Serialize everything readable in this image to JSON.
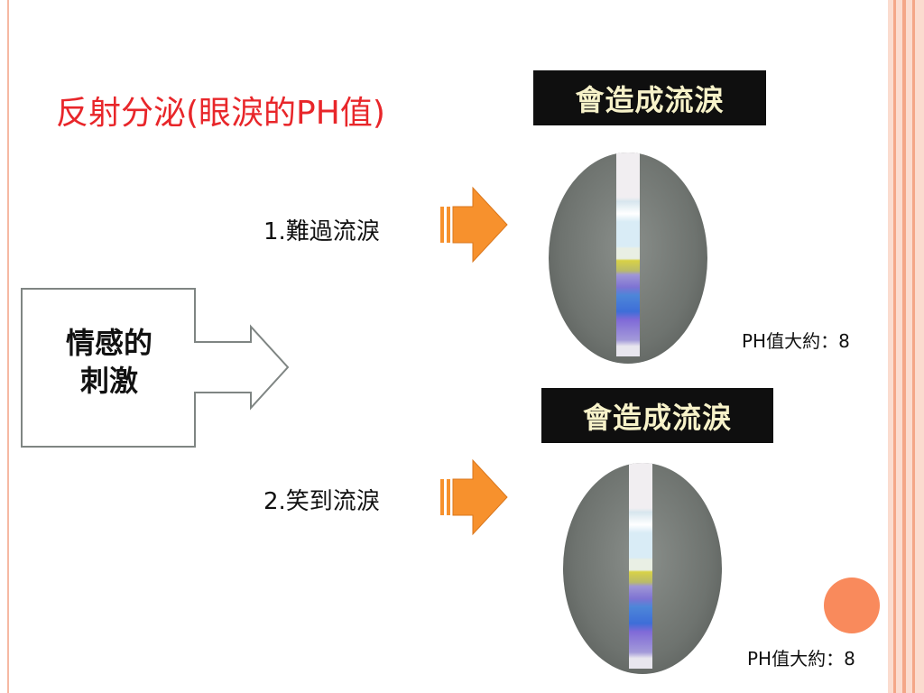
{
  "slide": {
    "title": "反射分泌(眼淚的PH值)",
    "stimulus_box": {
      "line1": "情感的",
      "line2": "刺激"
    },
    "steps": [
      {
        "label": "1.難過流淚",
        "result_label": "會造成流淚",
        "ph_text": "PH值大約：8"
      },
      {
        "label": "2.笑到流淚",
        "result_label": "會造成流淚",
        "ph_text": "PH值大約：8"
      }
    ]
  },
  "colors": {
    "title": "#e8262a",
    "arrow_fill": "#f7912d",
    "accent_dot": "#f98a5c",
    "label_bg": "#0f0f0f",
    "label_text": "#f7f2c9"
  }
}
